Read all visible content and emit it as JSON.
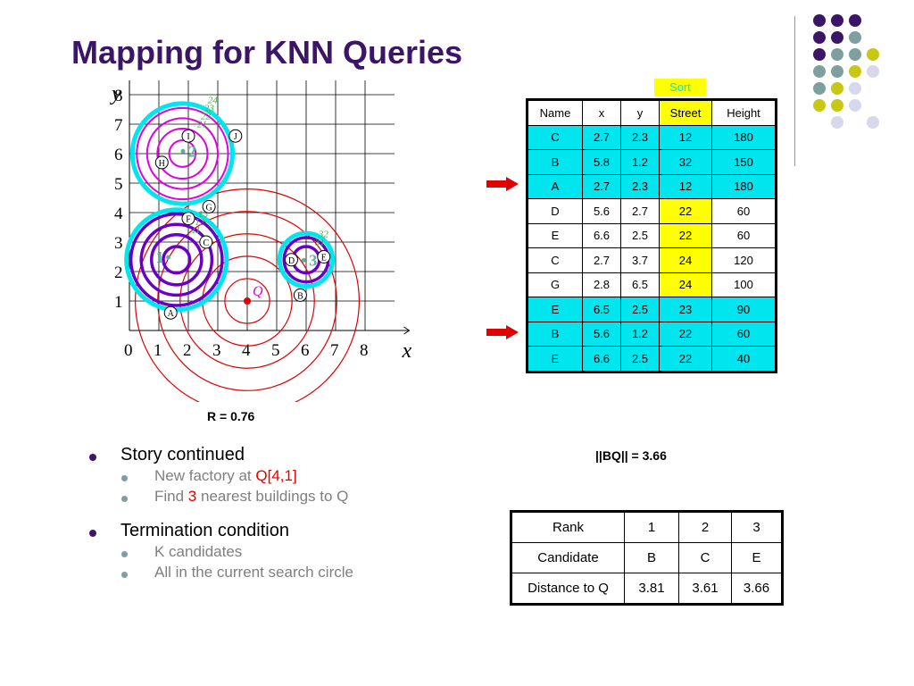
{
  "slide": {
    "title": "Mapping for KNN Queries",
    "radius_label": "R = 0.76",
    "bq_label": "||BQ|| = 3.66"
  },
  "plot": {
    "y_axis_label": "y",
    "x_axis_label": "x",
    "x_ticks": [
      "0",
      "1",
      "2",
      "3",
      "4",
      "5",
      "6",
      "7",
      "8"
    ],
    "y_ticks": [
      "1",
      "2",
      "3",
      "4",
      "5",
      "6",
      "7",
      "8"
    ],
    "query_label": "Q",
    "region_labels": [
      "1",
      "2",
      "3"
    ],
    "circle_numbers_1": [
      "11",
      "12",
      "13",
      "14"
    ],
    "circle_numbers_2": [
      "21",
      "22",
      "23",
      "24"
    ],
    "circle_numbers_3": [
      "31",
      "32"
    ],
    "points": [
      {
        "label": "A",
        "x": 1.4,
        "y": 0.6
      },
      {
        "label": "B",
        "x": 5.8,
        "y": 1.2
      },
      {
        "label": "C",
        "x": 2.6,
        "y": 3.0
      },
      {
        "label": "D",
        "x": 5.5,
        "y": 2.4
      },
      {
        "label": "E",
        "x": 6.6,
        "y": 2.5
      },
      {
        "label": "F",
        "x": 2.0,
        "y": 3.8
      },
      {
        "label": "G",
        "x": 2.7,
        "y": 4.2
      },
      {
        "label": "H",
        "x": 1.1,
        "y": 5.7
      },
      {
        "label": "I",
        "x": 2.0,
        "y": 6.6
      },
      {
        "label": "J",
        "x": 3.6,
        "y": 6.6
      }
    ],
    "colors": {
      "cyan": "#00e5ee",
      "magenta": "#e000e0",
      "purple": "#6a00c8",
      "red": "#dd0000",
      "green": "#33bb33",
      "region_label": "#5faf9f"
    }
  },
  "sort_button": {
    "label": "Sort"
  },
  "building_table": {
    "headers": [
      "Name",
      "x",
      "y",
      "Street",
      "Height"
    ],
    "rows": [
      [
        "C",
        "2.7",
        "2.3",
        "12",
        "180"
      ],
      [
        "B",
        "5.8",
        "1.2",
        "32",
        "150"
      ],
      [
        "A",
        "2.7",
        "2.3",
        "12",
        "180"
      ],
      [
        "D",
        "5.6",
        "2.7",
        "22",
        "60"
      ],
      [
        "E",
        "6.6",
        "2.5",
        "22",
        "60"
      ],
      [
        "C",
        "2.7",
        "3.7",
        "24",
        "120"
      ],
      [
        "G",
        "2.8",
        "6.5",
        "24",
        "100"
      ],
      [
        "E",
        "6.5",
        "2.5",
        "23",
        "90"
      ],
      [
        "B",
        "5.6",
        "1.2",
        "22",
        "60"
      ],
      [
        "E",
        "6.6",
        "2.5",
        "22",
        "40"
      ]
    ],
    "highlight_rows": [
      0,
      1,
      2,
      7,
      8,
      9
    ],
    "arrow_rows": [
      2,
      8
    ]
  },
  "bullets": {
    "item1": "Story continued",
    "item1_sub1_prefix": "New factory at ",
    "item1_sub1_highlight": "Q[4,1]",
    "item1_sub2_prefix": "Find ",
    "item1_sub2_highlight": "3",
    "item1_sub2_suffix": " nearest buildings to Q",
    "item2": "Termination condition",
    "item2_sub1": "K candidates",
    "item2_sub2": "All in the current search circle"
  },
  "rank_table": {
    "rows": [
      [
        "Rank",
        "1",
        "2",
        "3"
      ],
      [
        "Candidate",
        "B",
        "C",
        "E"
      ],
      [
        "Distance to Q",
        "3.81",
        "3.61",
        "3.66"
      ]
    ]
  },
  "decor_colors": {
    "purple": "#3b1566",
    "teal": "#7f9f9f",
    "olive": "#c8c814",
    "lavender": "#d8d8ec"
  }
}
